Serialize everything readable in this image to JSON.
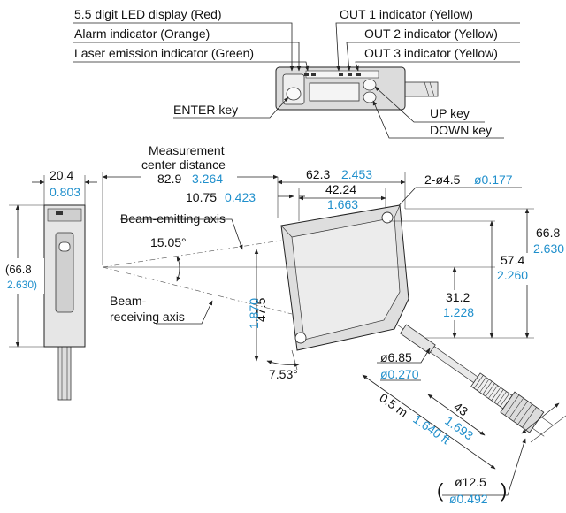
{
  "colors": {
    "inch": "#1f8fcc",
    "ink": "#111111",
    "body_fill": "#d9d9d9",
    "face_fill": "#e8e8e8"
  },
  "indicators": {
    "led_display": "5.5 digit LED display (Red)",
    "alarm": "Alarm indicator (Orange)",
    "laser": "Laser emission indicator (Green)",
    "enter": "ENTER key",
    "out1": "OUT 1 indicator (Yellow)",
    "out2": "OUT 2 indicator (Yellow)",
    "out3": "OUT 3 indicator (Yellow)",
    "up": "UP key",
    "down": "DOWN key"
  },
  "front_view": {
    "width_mm": "20.4",
    "width_in": "0.803",
    "height_mm": "(66.8",
    "height_in": "2.630)"
  },
  "side_view": {
    "measurement_label_1": "Measurement",
    "measurement_label_2": "center distance",
    "measurement_mm": "82.9",
    "measurement_in": "3.264",
    "beam_emitting": "Beam-emitting axis",
    "beam_receiving_1": "Beam-",
    "beam_receiving_2": "receiving axis",
    "angle_emit": "15.05°",
    "angle_tilt": "7.53°",
    "d_62_mm": "62.3",
    "d_62_in": "2.453",
    "d_42_mm": "42.24",
    "d_42_in": "1.663",
    "d_10_mm": "10.75",
    "d_10_in": "0.423",
    "hole_mm": "2-ø4.5",
    "hole_in": "ø0.177",
    "d_66_mm": "66.8",
    "d_66_in": "2.630",
    "d_57_mm": "57.4",
    "d_57_in": "2.260",
    "d_31_mm": "31.2",
    "d_31_in": "1.228",
    "d_47_mm": "47.5",
    "d_47_in": "1.870",
    "cable_dia_mm": "ø6.85",
    "cable_dia_in": "ø0.270",
    "cable_len_mm": "0.5 m",
    "cable_len_ft": "1.640 ft",
    "conn_len_mm": "43",
    "conn_len_in": "1.693",
    "conn_dia_mm": "ø12.5",
    "conn_dia_in": "ø0.492"
  }
}
